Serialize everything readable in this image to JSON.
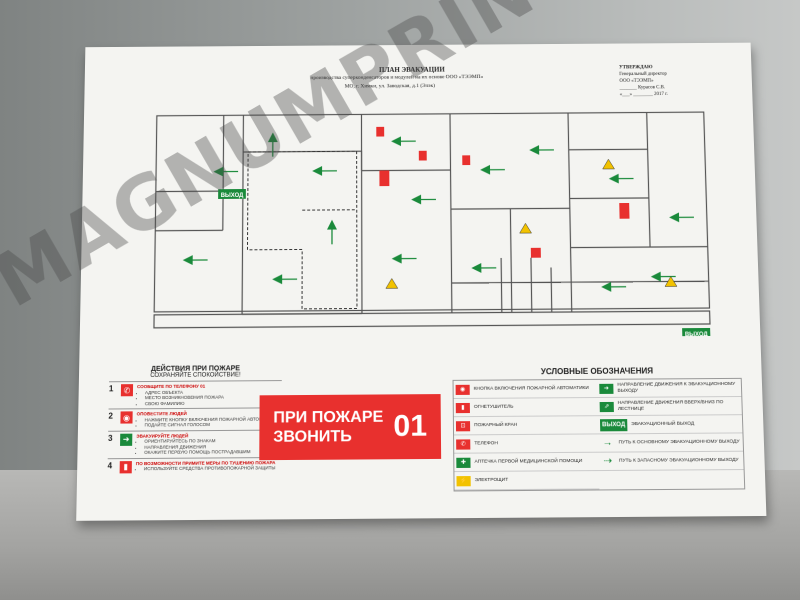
{
  "header": {
    "title": "ПЛАН ЭВАКУАЦИИ",
    "subtitle": "производства суперконденсаторов и модулей на их основе ООО «ТЭЭМП»",
    "address": "МО, г. Химки, ул. Заводская, д.1 (Элэк)",
    "approve": {
      "heading": "УТВЕРЖДАЮ",
      "position": "Генеральный директор",
      "org": "ООО «ТЭЭМП»",
      "signature": "_______ Курасов С.В.",
      "date": "«___» ________ 2017 г."
    }
  },
  "actions": {
    "title": "ДЕЙСТВИЯ ПРИ ПОЖАРЕ",
    "subtitle": "СОХРАНЯЙТЕ СПОКОЙСТВИЕ!",
    "steps": [
      {
        "num": "1",
        "head": "СООБЩИТЕ ПО ТЕЛЕФОНУ",
        "head_accent": "01",
        "items": [
          "АДРЕС ОБЪЕКТА",
          "МЕСТО ВОЗНИКНОВЕНИЯ ПОЖАРА",
          "СВОЮ ФАМИЛИЮ"
        ]
      },
      {
        "num": "2",
        "head": "ОПОВЕСТИТЕ ЛЮДЕЙ",
        "head_accent": "",
        "items": [
          "НАЖМИТЕ КНОПКУ ВКЛЮЧЕНИЯ ПОЖАРНОЙ АВТОМАТИКИ",
          "ПОДАЙТЕ СИГНАЛ ГОЛОСОМ"
        ]
      },
      {
        "num": "3",
        "head": "ЭВАКУИРУЙТЕ ЛЮДЕЙ",
        "head_accent": "",
        "items": [
          "ОРИЕНТИРУЙТЕСЬ ПО ЗНАКАМ",
          "НАПРАВЛЕНИЯ ДВИЖЕНИЯ",
          "ОКАЖИТЕ ПЕРВУЮ ПОМОЩЬ ПОСТРАДАВШИМ"
        ]
      },
      {
        "num": "4",
        "head": "ПО ВОЗМОЖНОСТИ ПРИМИТЕ МЕРЫ ПО ТУШЕНИЮ ПОЖАРА",
        "head_accent": "",
        "items": [
          "ИСПОЛЬЗУЙТЕ СРЕДСТВА ПРОТИВОПОЖАРНОЙ ЗАЩИТЫ"
        ]
      }
    ]
  },
  "callout": {
    "line1": "ПРИ ПОЖАРЕ",
    "line2": "ЗВОНИТЬ",
    "number": "01"
  },
  "legend": {
    "title": "УСЛОВНЫЕ ОБОЗНАЧЕНИЯ",
    "left": [
      {
        "label": "КНОПКА ВКЛЮЧЕНИЯ ПОЖАРНОЙ АВТОМАТИКИ",
        "icon": "alarm-button-icon",
        "color": "#e8302e",
        "glyph": "◉"
      },
      {
        "label": "ОГНЕТУШИТЕЛЬ",
        "icon": "extinguisher-icon",
        "color": "#e8302e",
        "glyph": "▮"
      },
      {
        "label": "ПОЖАРНЫЙ КРАН",
        "icon": "fire-hose-icon",
        "color": "#e8302e",
        "glyph": "⊡"
      },
      {
        "label": "ТЕЛЕФОН",
        "icon": "phone-icon",
        "color": "#e8302e",
        "glyph": "✆"
      },
      {
        "label": "АПТЕЧКА ПЕРВОЙ МЕДИЦИНСКОЙ ПОМОЩИ",
        "icon": "first-aid-icon",
        "color": "#1a8a3b",
        "glyph": "✚"
      },
      {
        "label": "ЭЛЕКТРОЩИТ",
        "icon": "electric-panel-icon",
        "color": "#f2c200",
        "glyph": "⚡"
      }
    ],
    "right": [
      {
        "label": "НАПРАВЛЕНИЕ ДВИЖЕНИЯ К ЭВАКУАЦИОННОМУ ВЫХОДУ",
        "icon": "direction-exit-icon",
        "color": "#1a8a3b",
        "glyph": "➜"
      },
      {
        "label": "НАПРАВЛЕНИЕ ДВИЖЕНИЯ ВВЕРХ/ВНИЗ ПО ЛЕСТНИЦЕ",
        "icon": "stairs-direction-icon",
        "color": "#1a8a3b",
        "glyph": "⇗"
      },
      {
        "label": "ЭВАКУАЦИОННЫЙ ВЫХОД",
        "icon": "exit-sign-icon",
        "color": "#1a8a3b",
        "glyph": "ВЫХОД"
      },
      {
        "label": "ПУТЬ К ОСНОВНОМУ ЭВАКУАЦИОННОМУ ВЫХОДУ",
        "icon": "main-route-icon",
        "color": "#1a8a3b",
        "glyph": "→"
      },
      {
        "label": "ПУТЬ К ЗАПАСНОМУ ЭВАКУАЦИОННОМУ ВЫХОДУ",
        "icon": "spare-route-icon",
        "color": "#1a8a3b",
        "glyph": "⇢"
      }
    ]
  },
  "plan": {
    "exit_label": "ВЫХОД"
  },
  "watermark": "MAGNUMPRINT.RU",
  "colors": {
    "red": "#e8302e",
    "green": "#1a8a3b",
    "yellow": "#f2c200"
  }
}
